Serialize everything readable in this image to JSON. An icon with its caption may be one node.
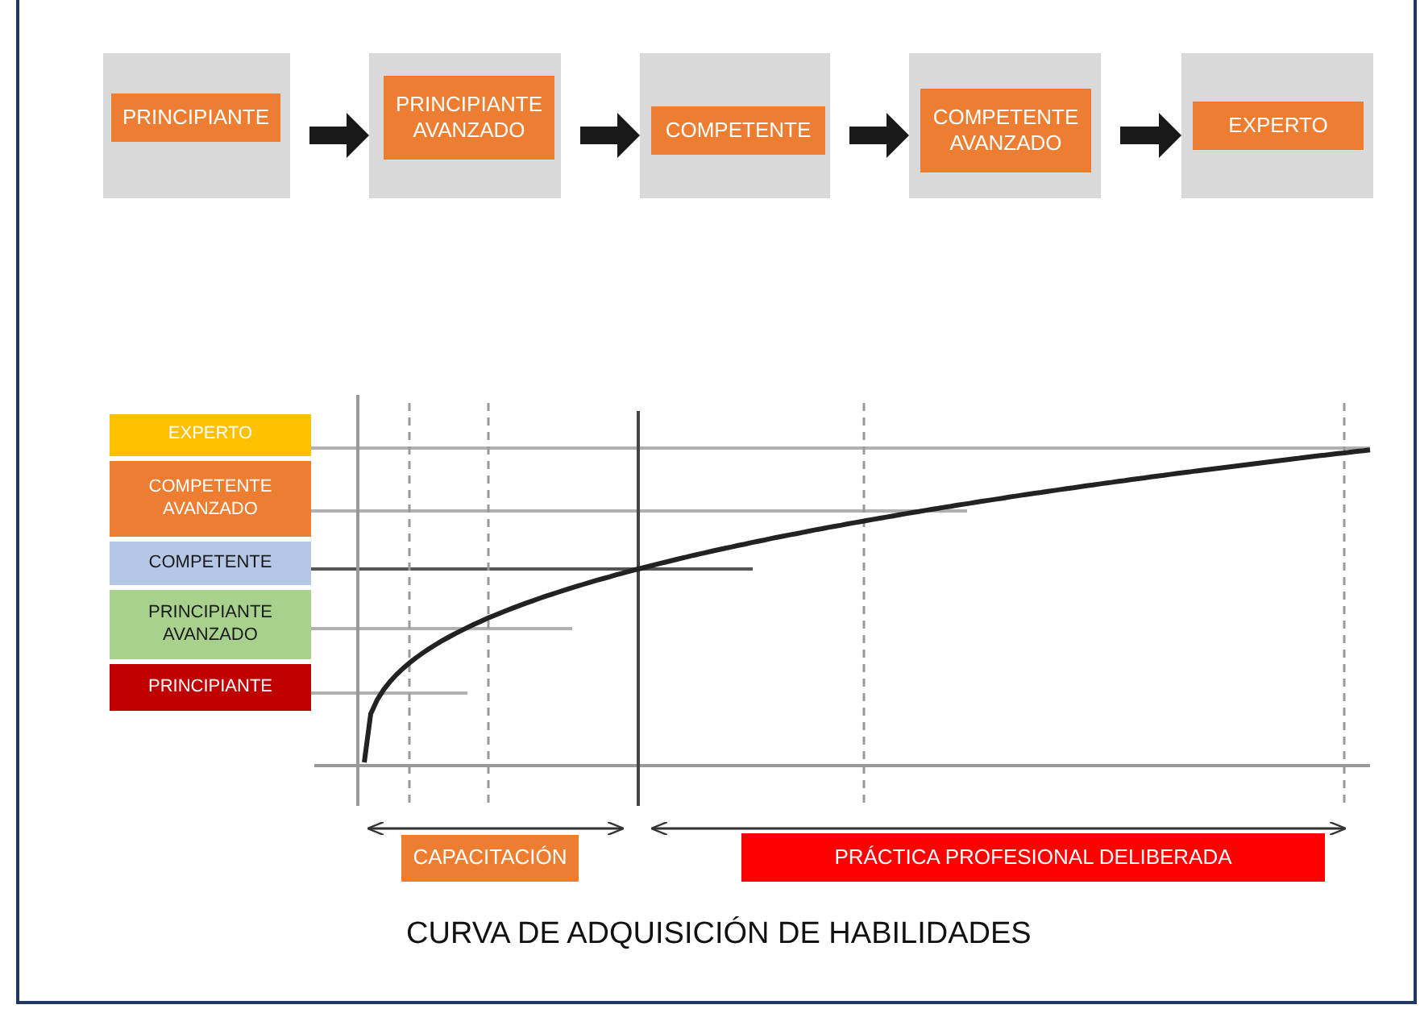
{
  "diagram": {
    "caption": "CURVA DE ADQUISICIÓN DE HABILIDADES",
    "nodes": [
      {
        "text": [],
        "shape": "box"
      },
      {
        "text": [
          "PRINCIPIANTE"
        ],
        "in": 0
      },
      {
        "text": [],
        "shape": "box"
      },
      {
        "text": [
          "PRINCIPIANTE AVANZADO"
        ],
        "in": 2
      },
      {
        "text": [],
        "shape": "box"
      },
      {
        "text": [
          "COMPETENTE"
        ],
        "in": 4
      },
      {
        "text": [],
        "shape": "box"
      },
      {
        "text": [
          "COMPETENTE AVANZADO"
        ],
        "in": 6
      },
      {
        "text": [],
        "shape": "box"
      },
      {
        "text": [
          "EXPERTO"
        ],
        "in": 8
      },
      {
        "text": [
          "EXPERTO"
        ]
      },
      {
        "text": [
          "COMPETENTE AVANZADO"
        ]
      },
      {
        "text": [
          "COMPETENTE"
        ]
      },
      {
        "text": [
          "PRINCIPIANTE AVANZADO"
        ]
      },
      {
        "text": [
          "PRINCIPIANTE"
        ]
      },
      {
        "text": [
          "CAPACITACIÓN"
        ]
      },
      {
        "text": [
          "PRÁCTICA PROFESIONAL DELIBERADA"
        ]
      }
    ],
    "edges": [
      {
        "from": 0,
        "to": 2,
        "arrow": "to"
      },
      {
        "from": 2,
        "to": 4,
        "arrow": "to"
      },
      {
        "from": 4,
        "to": 6,
        "arrow": "to"
      },
      {
        "from": 6,
        "to": 8,
        "arrow": "to"
      }
    ]
  }
}
